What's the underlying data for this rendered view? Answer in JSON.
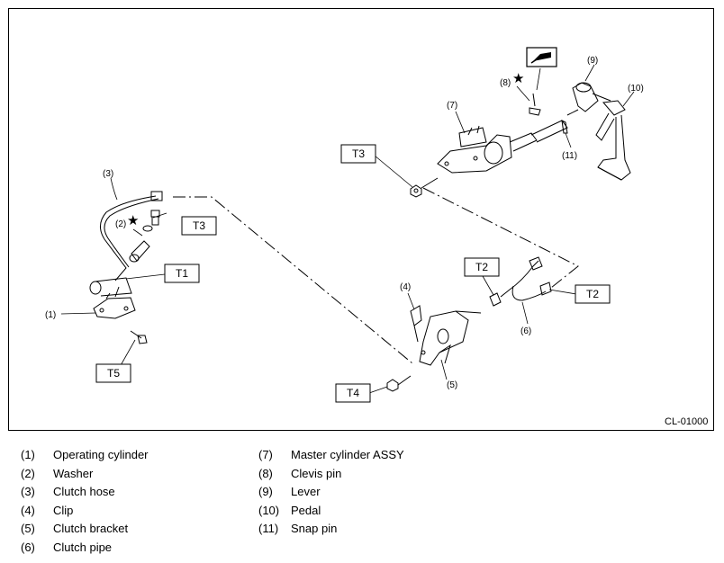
{
  "diagram": {
    "code": "CL-01000",
    "callouts": [
      "(1)",
      "(2)",
      "(3)",
      "(4)",
      "(5)",
      "(6)",
      "(7)",
      "(8)",
      "(9)",
      "(10)",
      "(11)"
    ],
    "torque_labels": [
      "T1",
      "T2",
      "T2",
      "T3",
      "T3",
      "T4",
      "T5"
    ],
    "star_symbol": "★",
    "grease_icon": "grease-tube-icon"
  },
  "legend": [
    {
      "num": "(1)",
      "name": "Operating cylinder"
    },
    {
      "num": "(2)",
      "name": "Washer"
    },
    {
      "num": "(3)",
      "name": "Clutch hose"
    },
    {
      "num": "(4)",
      "name": "Clip"
    },
    {
      "num": "(5)",
      "name": "Clutch bracket"
    },
    {
      "num": "(6)",
      "name": "Clutch pipe"
    },
    {
      "num": "(7)",
      "name": "Master cylinder ASSY"
    },
    {
      "num": "(8)",
      "name": "Clevis pin"
    },
    {
      "num": "(9)",
      "name": "Lever"
    },
    {
      "num": "(10)",
      "name": "Pedal"
    },
    {
      "num": "(11)",
      "name": "Snap pin"
    }
  ]
}
